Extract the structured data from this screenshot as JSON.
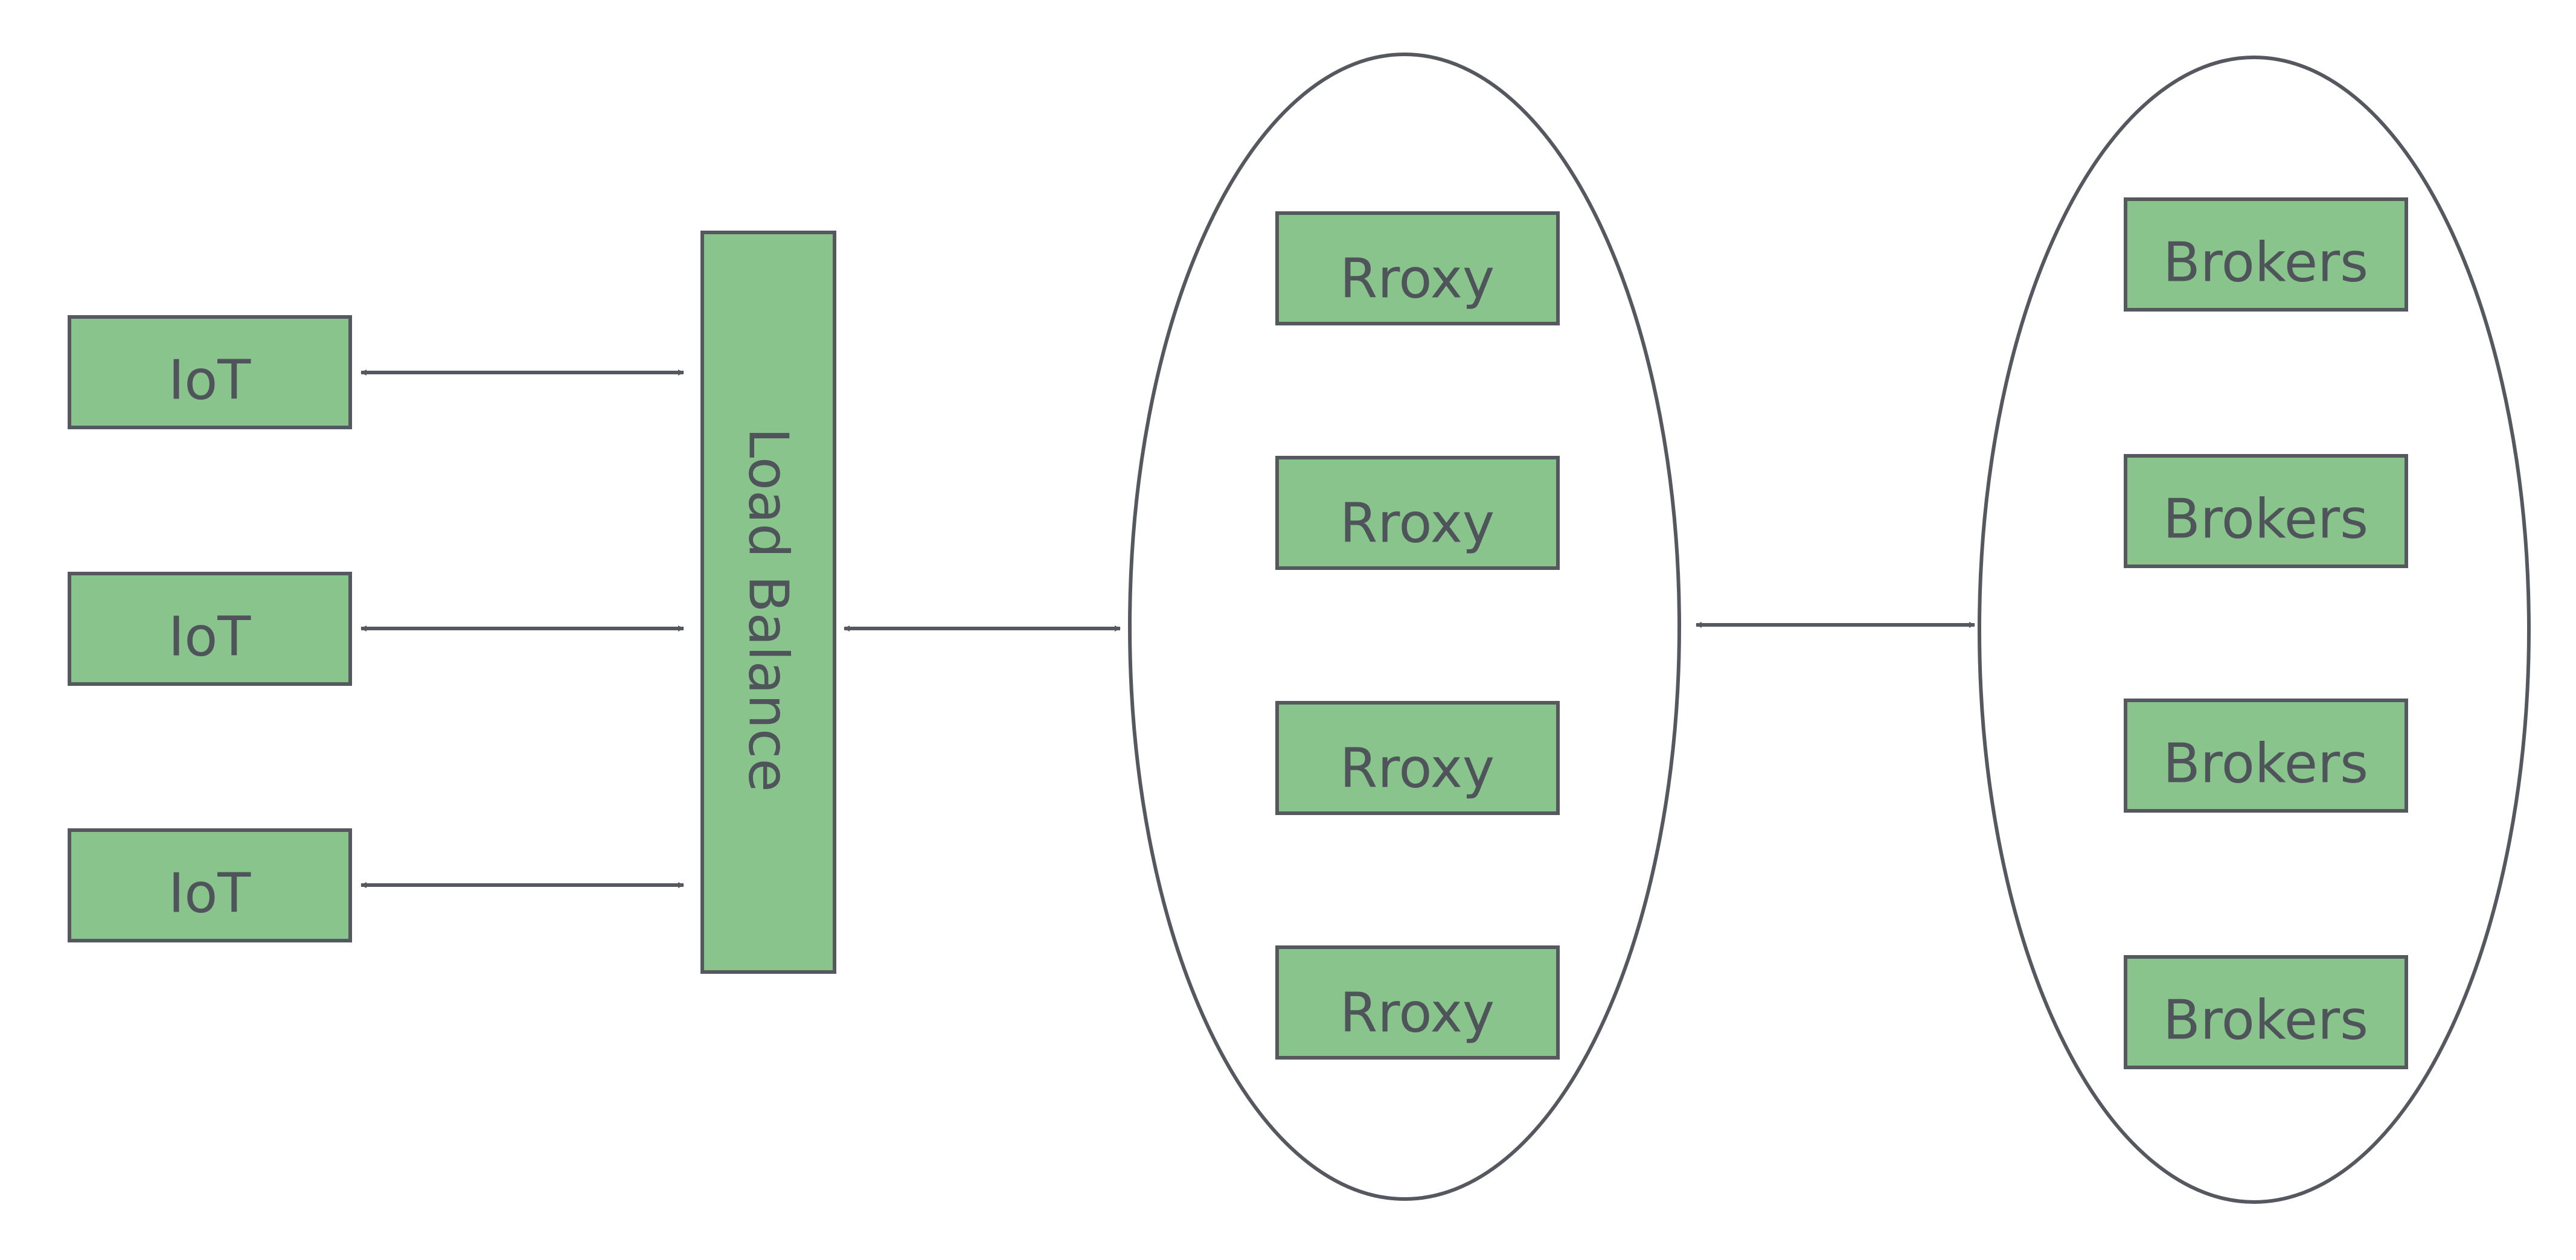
{
  "diagram": {
    "clients": [
      {
        "label": "IoT"
      },
      {
        "label": "IoT"
      },
      {
        "label": "IoT"
      }
    ],
    "load_balancer": {
      "label": "Load Balance"
    },
    "proxies": [
      {
        "label": "Rroxy"
      },
      {
        "label": "Rroxy"
      },
      {
        "label": "Rroxy"
      },
      {
        "label": "Rroxy"
      }
    ],
    "brokers": [
      {
        "label": "Brokers"
      },
      {
        "label": "Brokers"
      },
      {
        "label": "Brokers"
      },
      {
        "label": "Brokers"
      }
    ]
  },
  "colors": {
    "node_fill": "#88c48c",
    "stroke": "#55595f",
    "text": "#4f535a"
  }
}
